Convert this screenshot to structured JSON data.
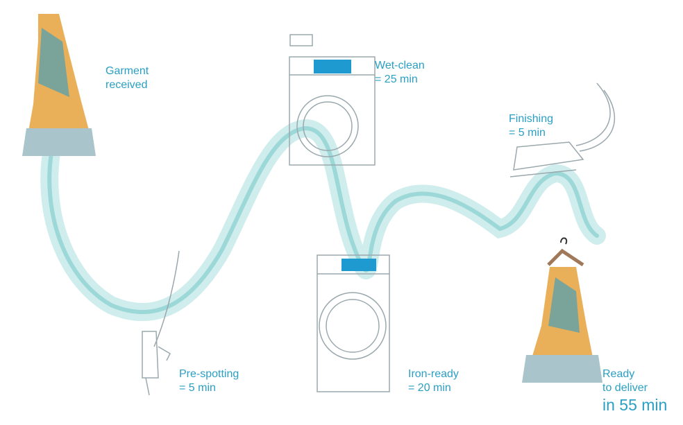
{
  "colors": {
    "accent": "#2a9fc4",
    "water": "#8fd3d3",
    "outline": "#9aa8ad",
    "panel": "#1f9ad0"
  },
  "steps": [
    {
      "title": "Garment",
      "subtitle": "received"
    },
    {
      "title": "Pre-spotting",
      "subtitle": "= 5 min"
    },
    {
      "title": "Wet-clean",
      "subtitle": "= 25 min"
    },
    {
      "title": "Iron-ready",
      "subtitle": "= 20 min"
    },
    {
      "title": "Finishing",
      "subtitle": "= 5 min"
    },
    {
      "title": "Ready",
      "subtitle": "to deliver",
      "total": "in 55 min"
    }
  ]
}
